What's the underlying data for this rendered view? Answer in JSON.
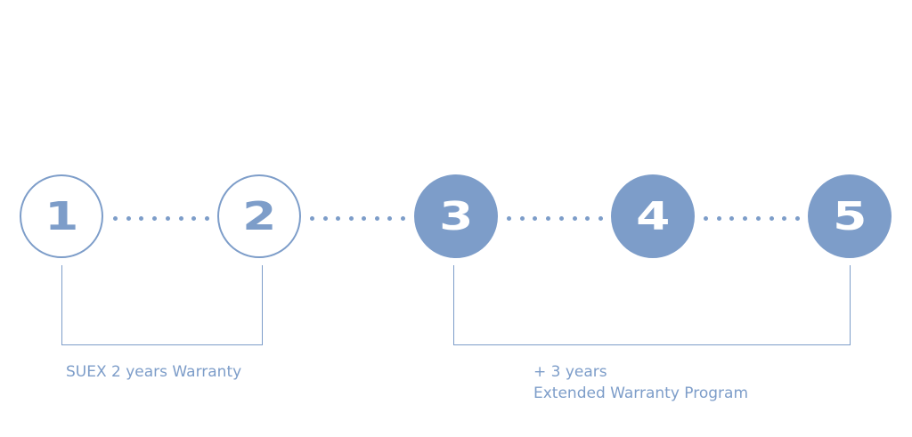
{
  "steps": [
    {
      "number": "1",
      "style": "outline"
    },
    {
      "number": "2",
      "style": "outline"
    },
    {
      "number": "3",
      "style": "filled"
    },
    {
      "number": "4",
      "style": "filled"
    },
    {
      "number": "5",
      "style": "filled"
    }
  ],
  "groups": [
    {
      "label_lines": [
        "SUEX 2 years Warranty"
      ]
    },
    {
      "label_lines": [
        "+ 3 years",
        "Extended Warranty Program"
      ]
    }
  ],
  "colors": {
    "accent": "#7d9dc9",
    "background": "#ffffff"
  }
}
